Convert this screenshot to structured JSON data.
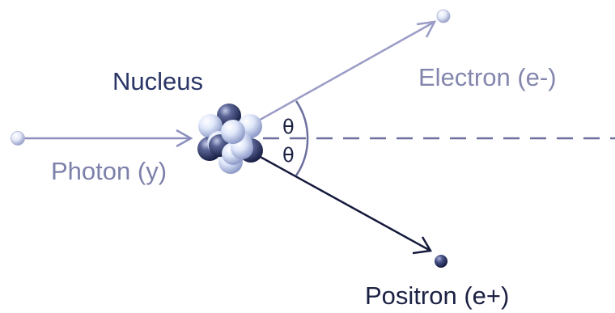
{
  "labels": {
    "nucleus": "Nucleus",
    "electron": "Electron (e-)",
    "photon": "Photon (y)",
    "positron": "Positron (e+)",
    "angle_top": "θ",
    "angle_bottom": "θ"
  },
  "colors": {
    "nucleus_label": "#2a3566",
    "electron_label": "#8386ad",
    "photon_label": "#7d80aa",
    "positron_label": "#1c2144",
    "electron_line": "#9a9cc6",
    "positron_line": "#151a3c",
    "photon_line": "#8c8fbd",
    "dashed_axis": "#6b6f9d",
    "angle_arc": "#6b6f9d",
    "theta_text": "#1c2144",
    "proton_light": "#d8e2f8",
    "neutron_dark": "#2e3866"
  },
  "icons": {
    "photon_particle": "light-sphere-icon",
    "electron_particle": "light-sphere-icon",
    "positron_particle": "dark-sphere-icon",
    "nucleus": "atom-nucleus-icon"
  }
}
